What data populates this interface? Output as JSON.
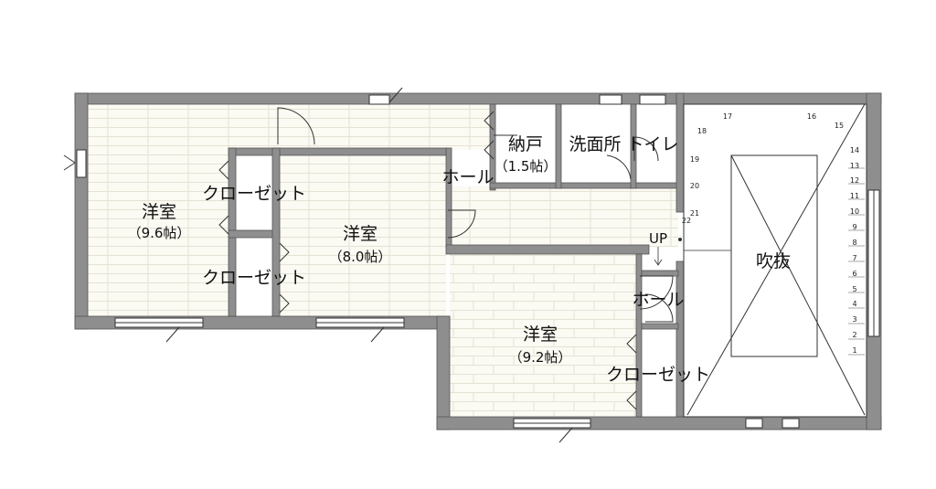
{
  "rooms": {
    "room_left": {
      "name": "洋室",
      "size": "（9.6帖）"
    },
    "room_center": {
      "name": "洋室",
      "size": "（8.0帖）"
    },
    "room_bottom": {
      "name": "洋室",
      "size": "（9.2帖）"
    },
    "closet_upper": "クローゼット",
    "closet_lower": "クローゼット",
    "closet_bottom": "クローゼット",
    "storage": {
      "name": "納戸",
      "size": "（1.5帖）"
    },
    "washroom": "洗面所",
    "toilet": "トイレ",
    "hall_main": "ホール",
    "hall_small": "ホール",
    "void": "吹抜",
    "stair_direction": "UP"
  },
  "stair_steps": [
    "1",
    "2",
    "3",
    "4",
    "5",
    "6",
    "7",
    "8",
    "9",
    "10",
    "11",
    "12",
    "13",
    "14",
    "15",
    "16",
    "17",
    "18",
    "19",
    "20",
    "21",
    "22"
  ],
  "colors": {
    "wall": "#8e8e8e",
    "floor": "#fbfaf3",
    "floor_line": "#e6e3d4",
    "line": "#333333"
  }
}
